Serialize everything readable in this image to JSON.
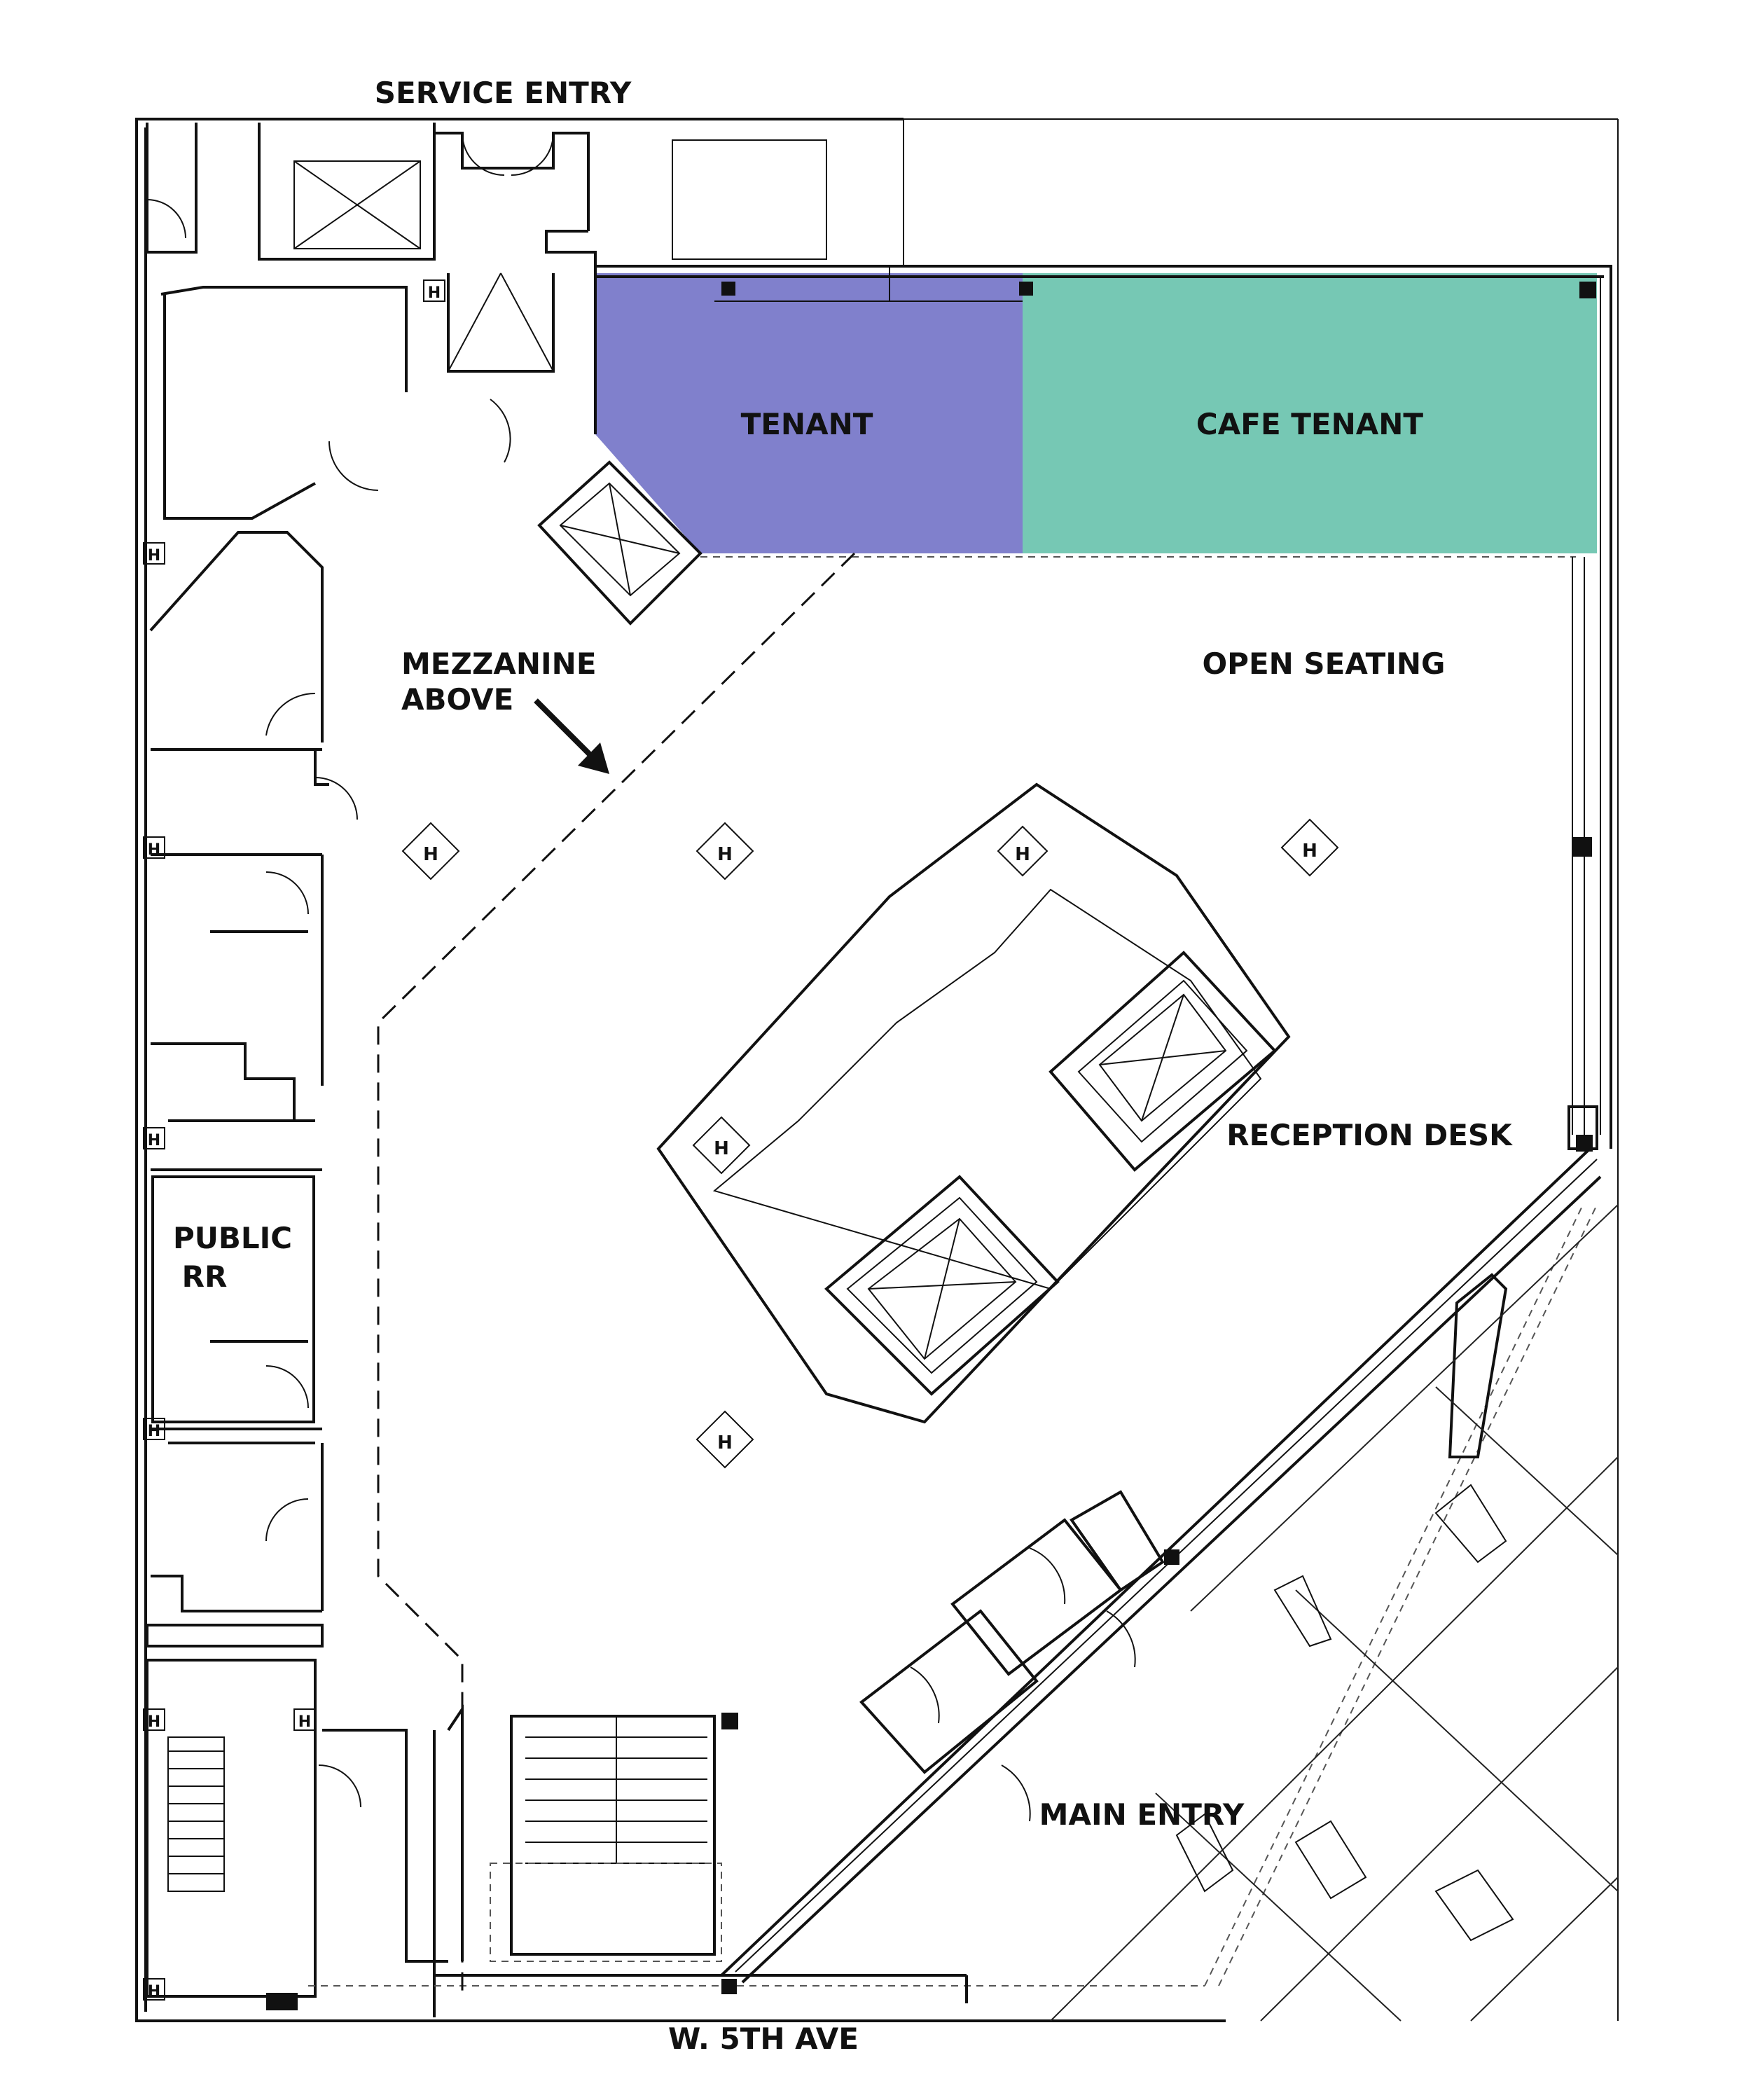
{
  "labels": {
    "service_entry": "SERVICE ENTRY",
    "tenant": "TENANT",
    "cafe_tenant": "CAFE TENANT",
    "open_seating": "OPEN SEATING",
    "mezzanine_line1": "MEZZANINE",
    "mezzanine_line2": "ABOVE",
    "reception_desk": "RECEPTION DESK",
    "public_rr_line1": "PUBLIC",
    "public_rr_line2": "RR",
    "main_entry": "MAIN ENTRY",
    "street": "W. 5TH AVE",
    "hydrant_mark": "H"
  },
  "colors": {
    "tenant_fill": "#8080cc",
    "cafe_tenant_fill": "#76c8b4",
    "line": "#111111",
    "background": "#ffffff"
  },
  "icons": [
    "elevator-icon",
    "stair-icon",
    "door-swing-icon",
    "column-icon",
    "hose-cabinet-icon",
    "direction-arrow-icon"
  ]
}
